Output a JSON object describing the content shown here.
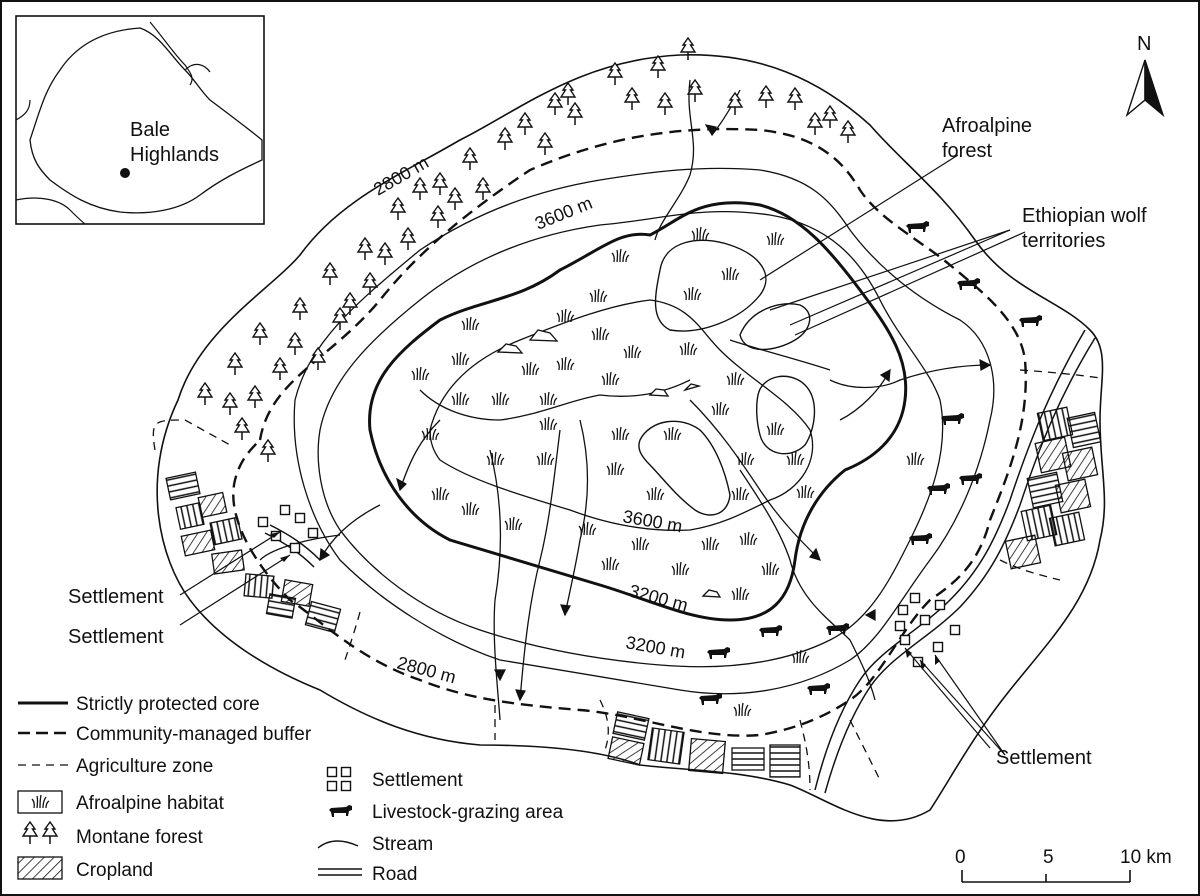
{
  "inset": {
    "label_line1": "Bale",
    "label_line2": "Highlands"
  },
  "north": {
    "label": "N"
  },
  "contours": {
    "c2800_top": "2800 m",
    "c2800_bottom": "2800 m",
    "c3600_top": "3600 m",
    "c3600_inner": "3600 m",
    "c3200_inner": "3200 m",
    "c3200_outer": "3200 m"
  },
  "annotations": {
    "afroalpine_forest_line1": "Afroalpine",
    "afroalpine_forest_line2": "forest",
    "wolf_line1": "Ethiopian wolf",
    "wolf_line2": "territories",
    "settlement_left_1": "Settlement",
    "settlement_left_2": "Settlement",
    "settlement_right": "Settlement"
  },
  "legend": {
    "core": "Strictly protected core",
    "buffer": "Community-managed buffer",
    "agri": "Agriculture zone",
    "afroalpine": "Afroalpine habitat",
    "montane": "Montane forest",
    "cropland": "Cropland",
    "settlement": "Settlement",
    "livestock": "Livestock-grazing area",
    "stream": "Stream",
    "road": "Road"
  },
  "scale": {
    "t0": "0",
    "t5": "5",
    "t10": "10 km"
  },
  "icons": [
    "tree-icon",
    "grass-tuft-icon",
    "cow-icon",
    "settlement-square-icon",
    "north-arrow-icon",
    "rock-icon"
  ]
}
